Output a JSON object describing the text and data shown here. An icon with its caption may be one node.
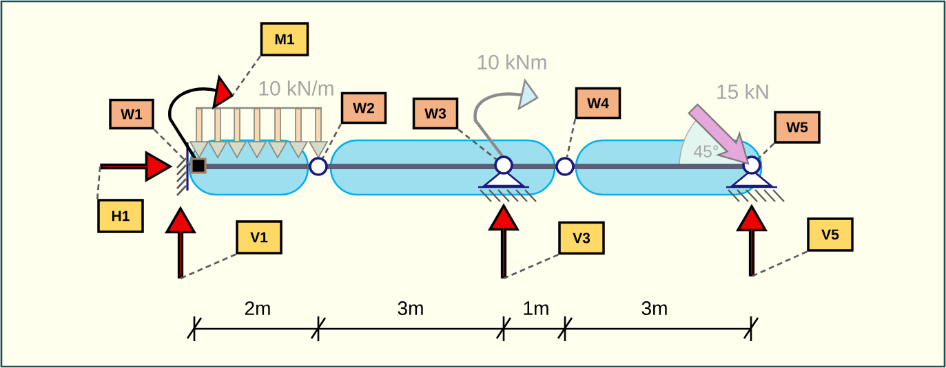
{
  "diagram": {
    "nodes": [
      {
        "text": [
          "M1"
        ]
      },
      {
        "text": [
          "W1"
        ]
      },
      {
        "text": [
          "W2"
        ]
      },
      {
        "text": [
          "W3"
        ]
      },
      {
        "text": [
          "W4"
        ]
      },
      {
        "text": [
          "W5"
        ]
      },
      {
        "text": [
          "H1"
        ]
      },
      {
        "text": [
          "V1"
        ]
      },
      {
        "text": [
          "V3"
        ]
      },
      {
        "text": [
          "V5"
        ]
      },
      {
        "text": [],
        "shape": "box"
      },
      {
        "text": [],
        "shape": "circle"
      },
      {
        "text": [],
        "shape": "circle"
      },
      {
        "text": [],
        "shape": "circle"
      },
      {
        "text": [],
        "shape": "circle"
      },
      {
        "text": [],
        "shape": "arrow"
      },
      {
        "text": [],
        "shape": "arrow"
      },
      {
        "text": [],
        "shape": "arrow"
      },
      {
        "text": [],
        "shape": "arrow"
      }
    ],
    "edges": [
      {
        "from": 0,
        "to": null,
        "arrow": "none"
      },
      {
        "from": 1,
        "to": 10,
        "arrow": "none"
      },
      {
        "from": 2,
        "to": 11,
        "arrow": "none"
      },
      {
        "from": 3,
        "to": 12,
        "arrow": "none"
      },
      {
        "from": 4,
        "to": 13,
        "arrow": "none"
      },
      {
        "from": 5,
        "to": 14,
        "arrow": "none"
      },
      {
        "from": 6,
        "to": 15,
        "arrow": "none"
      },
      {
        "from": 7,
        "to": 16,
        "arrow": "none"
      },
      {
        "from": 8,
        "to": 17,
        "arrow": "none"
      },
      {
        "from": 9,
        "to": 18,
        "arrow": "none"
      }
    ],
    "labels": [
      "10 kN/m",
      "10 kNm",
      "15 kN",
      "45°",
      "2m",
      "3m",
      "1m",
      "3m"
    ]
  }
}
